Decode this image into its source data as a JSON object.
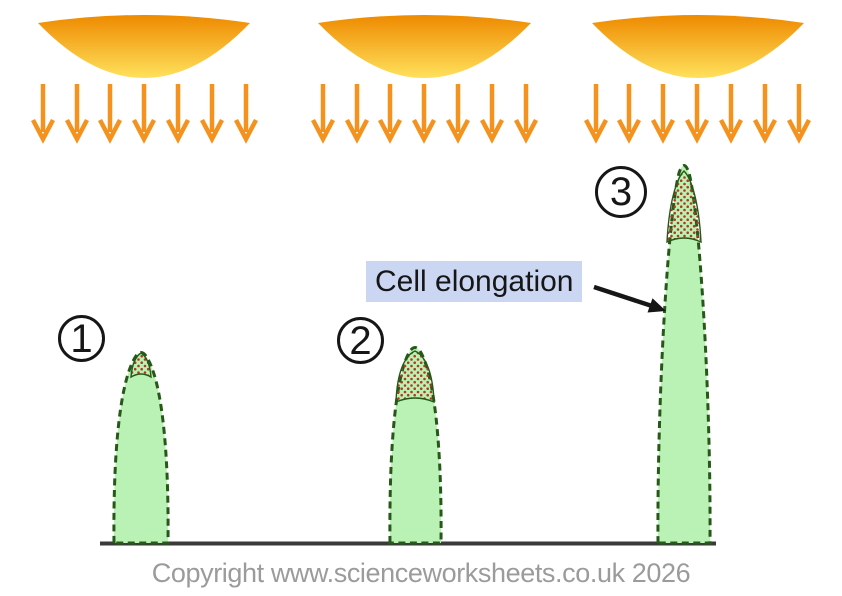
{
  "scene": {
    "light_sources": [
      {
        "name": "light-source-1",
        "ray_count": 7
      },
      {
        "name": "light-source-2",
        "ray_count": 7
      },
      {
        "name": "light-source-3",
        "ray_count": 7
      }
    ],
    "shoots": [
      {
        "number": "1"
      },
      {
        "number": "2"
      },
      {
        "number": "3"
      }
    ],
    "annotation": {
      "label": "Cell elongation"
    }
  },
  "footer": {
    "copyright": "Copyright www.scienceworksheets.co.uk 2026"
  },
  "colors": {
    "ray_orange": "#F5921E",
    "lamp_top": "#EE8A00",
    "lamp_bottom": "#FFE15C",
    "shoot_fill": "#B9F2B4",
    "shoot_outline": "#265818",
    "tip_dot_red": "#B23A1E",
    "label_bg": "#CBD6F2",
    "ground": "#3A3A3A",
    "ink": "#161616",
    "copyright_gray": "#9B9B9B"
  }
}
